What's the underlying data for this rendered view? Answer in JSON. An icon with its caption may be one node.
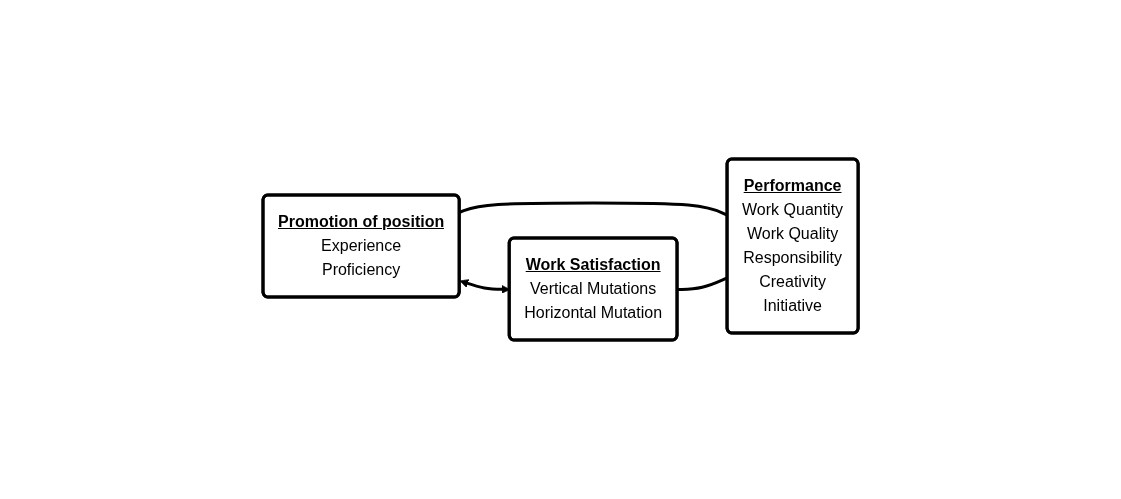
{
  "diagram": {
    "nodes": [
      {
        "text": [
          "Promotion of position",
          "Experience",
          "Proficiency"
        ]
      },
      {
        "text": [
          "Performance",
          "Work Quantity",
          "Work Quality",
          "Responsibility",
          "Creativity",
          "Initiative"
        ]
      },
      {
        "text": [
          "Work Satisfaction",
          "Vertical Mutations",
          "Horizontal Mutation"
        ]
      }
    ],
    "edges": [
      {
        "from": 0,
        "to": 1,
        "arrow": "none"
      },
      {
        "from": 2,
        "to": 1,
        "arrow": "none"
      },
      {
        "from": 0,
        "to": 2,
        "arrow": "both"
      }
    ]
  }
}
